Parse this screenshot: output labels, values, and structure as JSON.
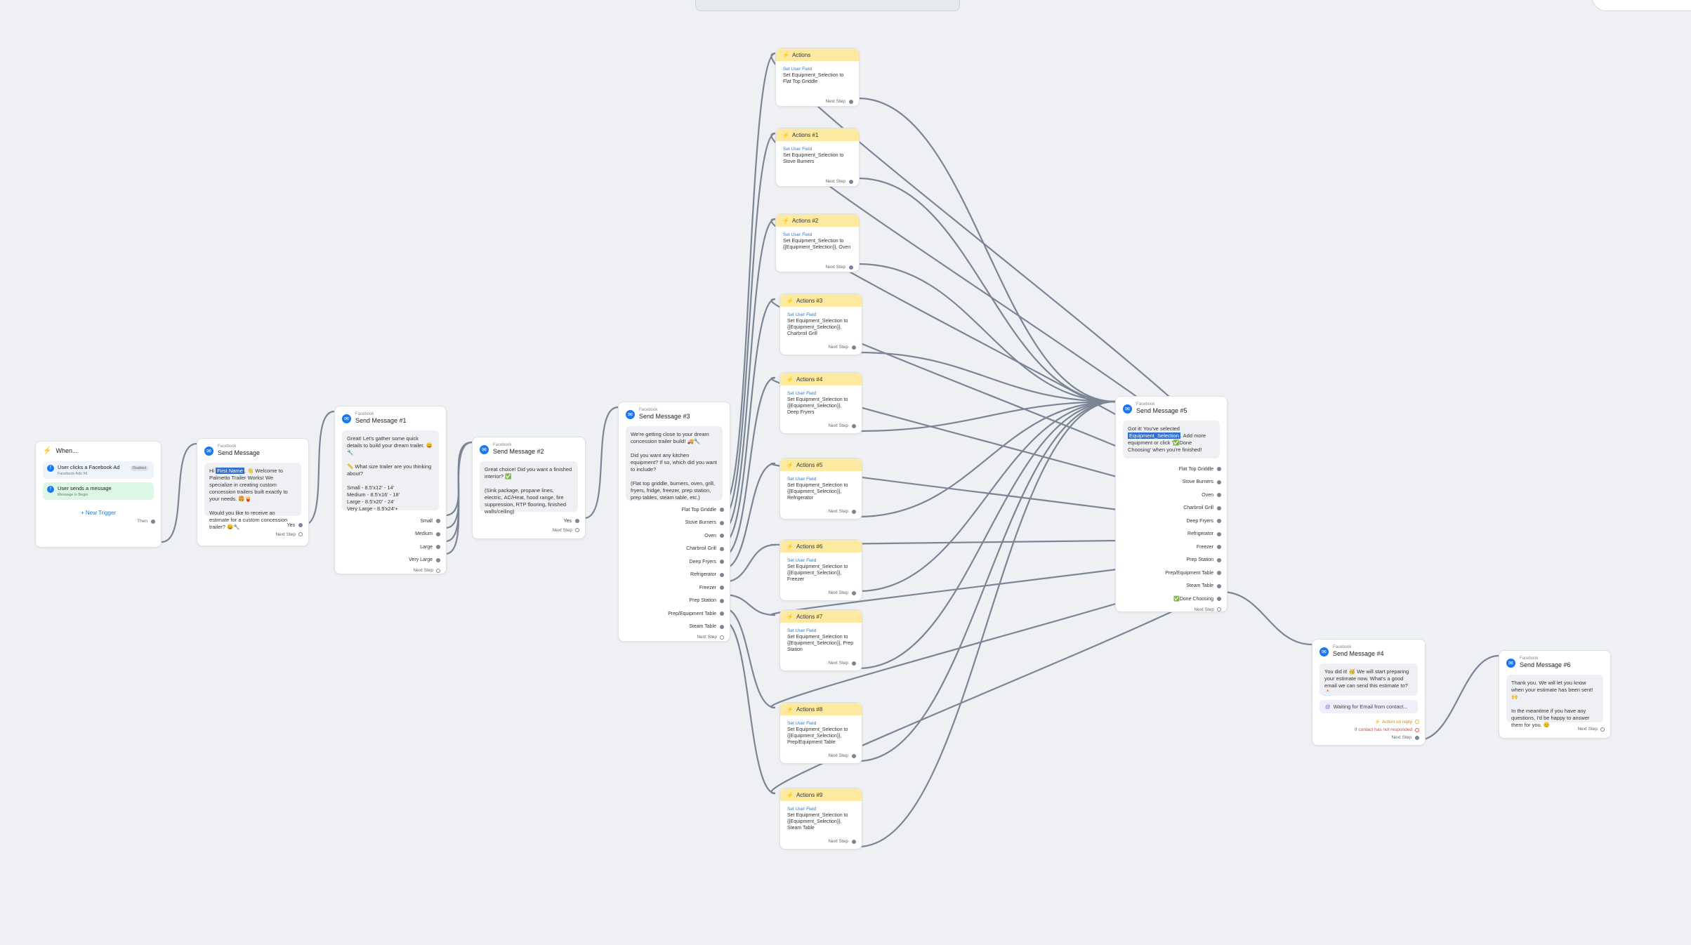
{
  "trigger": {
    "title": "When...",
    "items": [
      {
        "label": "User clicks a Facebook Ad",
        "sub": "Facebook Ads #6",
        "badge": "Disabled"
      },
      {
        "label": "User sends a message",
        "sub": "Message is Begin"
      }
    ],
    "new_trigger": "+ New Trigger",
    "then": "Then"
  },
  "msg1": {
    "sub": "Facebook",
    "title": "Send Message",
    "pre": "Hi ",
    "name_tag": "First Name",
    "post": ", 👋 Welcome to Palmetto Trailer Works! We specialize in creating custom concession trailers built exactly to your needs. 🍔🍟\n\nWould you like to receive an estimate for a custom concession trailer? 😀🔧",
    "button": "Yes",
    "next": "Next Step"
  },
  "msg2": {
    "sub": "Facebook",
    "title": "Send Message #1",
    "text": "Great! Let's gather some quick details to build your dream trailer. 😀🔧\n\n📏 What size trailer are you thinking about?\n\nSmall - 8.5'x12' - 14'\nMedium - 8.5'x16' - 18'\nLarge - 8.5'x20' - 24'\nVery Large - 8.5'x24'+",
    "buttons": [
      "Small",
      "Medium",
      "Large",
      "Very Large"
    ],
    "next": "Next Step"
  },
  "msg3": {
    "sub": "Facebook",
    "title": "Send Message #2",
    "text": "Great choice! Did you want a finished interior? ✅\n\n(Sink package, propane lines, electric, AC/Heat, hood range, fire suppression, RTP flooring, finished walls/ceiling)",
    "buttons": [
      "Yes"
    ],
    "next": "Next Step"
  },
  "msg4": {
    "sub": "Facebook",
    "title": "Send Message #3",
    "text": "We're getting close to your dream concession trailer build! 🚚🔧\n\nDid you want any kitchen equipment? If so, which did you want to include?\n\n(Flat top griddle, burners, oven, grill, fryers, fridge, freezer, prep station, prep tables, steam table, etc.)",
    "buttons": [
      "Flat Top Griddle",
      "Stove Burners",
      "Oven",
      "Charbroil Grill",
      "Deep Fryers",
      "Refrigerator",
      "Freezer",
      "Prep Station",
      "Prep/Equipment Table",
      "Steam Table"
    ],
    "next": "Next Step"
  },
  "actions": [
    {
      "title": "Actions",
      "field": "Set User Field",
      "value": "Set Equipment_Selection to Flat Top Griddle",
      "next": "Next Step"
    },
    {
      "title": "Actions #1",
      "field": "Set User Field",
      "value": "Set Equipment_Selection to Stove Burners",
      "next": "Next Step"
    },
    {
      "title": "Actions #2",
      "field": "Set User Field",
      "value": "Set Equipment_Selection to {{Equipment_Selection}}, Oven",
      "next": "Next Step"
    },
    {
      "title": "Actions #3",
      "field": "Set User Field",
      "value": "Set Equipment_Selection to {{Equipment_Selection}}, Charbroil Grill",
      "next": "Next Step"
    },
    {
      "title": "Actions #4",
      "field": "Set User Field",
      "value": "Set Equipment_Selection to {{Equipment_Selection}}, Deep Fryers",
      "next": "Next Step"
    },
    {
      "title": "Actions #5",
      "field": "Set User Field",
      "value": "Set Equipment_Selection to {{Equipment_Selection}}, Refrigerator",
      "next": "Next Step"
    },
    {
      "title": "Actions #6",
      "field": "Set User Field",
      "value": "Set Equipment_Selection to {{Equipment_Selection}}, Freezer",
      "next": "Next Step"
    },
    {
      "title": "Actions #7",
      "field": "Set User Field",
      "value": "Set Equipment_Selection to {{Equipment_Selection}}, Prep Station",
      "next": "Next Step"
    },
    {
      "title": "Actions #8",
      "field": "Set User Field",
      "value": "Set Equipment_Selection to {{Equipment_Selection}}, Prep/Equipment Table",
      "next": "Next Step"
    },
    {
      "title": "Actions #9",
      "field": "Set User Field",
      "value": "Set Equipment_Selection to {{Equipment_Selection}}, Steam Table",
      "next": "Next Step"
    }
  ],
  "msg5": {
    "sub": "Facebook",
    "title": "Send Message #5",
    "pre": "Got it! You've selected ",
    "tag": "Equipment_Selection",
    "post": ". Add more equipment or click '✅Done Choosing' when you're finished!",
    "buttons": [
      "Flat Top Griddle",
      "Stove Burners",
      "Oven",
      "Charbroil Grill",
      "Deep Fryers",
      "Refrigerator",
      "Freezer",
      "Prep Station",
      "Prep/Equipment Table",
      "Steam Table",
      "✅Done Choosing"
    ],
    "next": "Next Step"
  },
  "msg6": {
    "sub": "Facebook",
    "title": "Send Message #4",
    "text": "You did it! 🥳 We will start preparing your estimate now. What's a good email we can send this estimate to? 📩",
    "wait": "Waiting for Email from contact...",
    "action_reply": "Action on reply",
    "no_reply": "If contact has not responded",
    "next": "Next Step"
  },
  "msg7": {
    "sub": "Facebook",
    "title": "Send Message #6",
    "text": "Thank you. We will let you know when your estimate has been sent! 🙌\n\nIn the meantime if you have any questions, I'd be happy to answer them for you. 😊",
    "next": "Next Step"
  },
  "colors": {
    "wire": "#7a8595",
    "actions_header": "#fde9a0",
    "facebook": "#1877f2",
    "link": "#2a7ac9"
  }
}
